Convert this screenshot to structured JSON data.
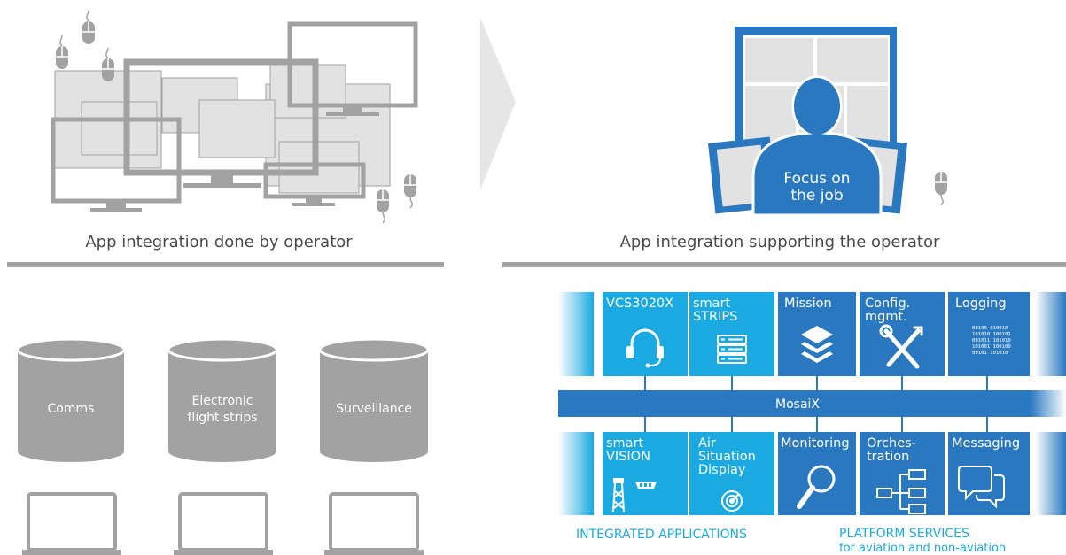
{
  "captions": {
    "left": "App integration done by operator",
    "right": "App integration supporting the operator"
  },
  "operator": {
    "focus_line1": "Focus on",
    "focus_line2": "the job"
  },
  "silos": [
    {
      "label_lines": [
        "Comms"
      ]
    },
    {
      "label_lines": [
        "Electronic",
        "flight strips"
      ]
    },
    {
      "label_lines": [
        "Surveillance"
      ]
    }
  ],
  "tiles": {
    "vcs": {
      "lines": [
        "VCS3020X"
      ],
      "icon": "headset-icon"
    },
    "strips": {
      "lines": [
        "smart",
        "STRIPS"
      ],
      "icon": "strips-icon"
    },
    "mission": {
      "lines": [
        "Mission"
      ],
      "icon": "layers-icon"
    },
    "config": {
      "lines": [
        "Config.",
        "mgmt."
      ],
      "icon": "tools-icon"
    },
    "logging": {
      "lines": [
        "Logging"
      ],
      "icon": "binary-icon"
    },
    "vision": {
      "lines": [
        "smart",
        "VISION"
      ],
      "icon": "tower-camera-icon"
    },
    "asd": {
      "lines": [
        "Air",
        "Situation",
        "Display"
      ],
      "icon": "radar-icon"
    },
    "monitoring": {
      "lines": [
        "Monitoring"
      ],
      "icon": "magnifier-icon"
    },
    "orchestration": {
      "lines": [
        "Orches-",
        "tration"
      ],
      "icon": "hierarchy-icon"
    },
    "messaging": {
      "lines": [
        "Messaging"
      ],
      "icon": "chat-bubbles-icon"
    }
  },
  "bus": {
    "label": "MosaiX"
  },
  "footers": {
    "integrated": "INTEGRATED APPLICATIONS",
    "platform": "PLATFORM SERVICES",
    "platform_sub": "for aviation and non-aviation"
  },
  "binary_rows": [
    "00100 010010",
    "101010 100101",
    "001011 101010",
    "101001 100100",
    "00101 101010"
  ],
  "colors": {
    "cyan": "#1aa9e0",
    "blue": "#2a79c0",
    "gray": "#a2a2a2",
    "light_gray": "#e2e2e2",
    "arrow": "#e6e6e6"
  }
}
